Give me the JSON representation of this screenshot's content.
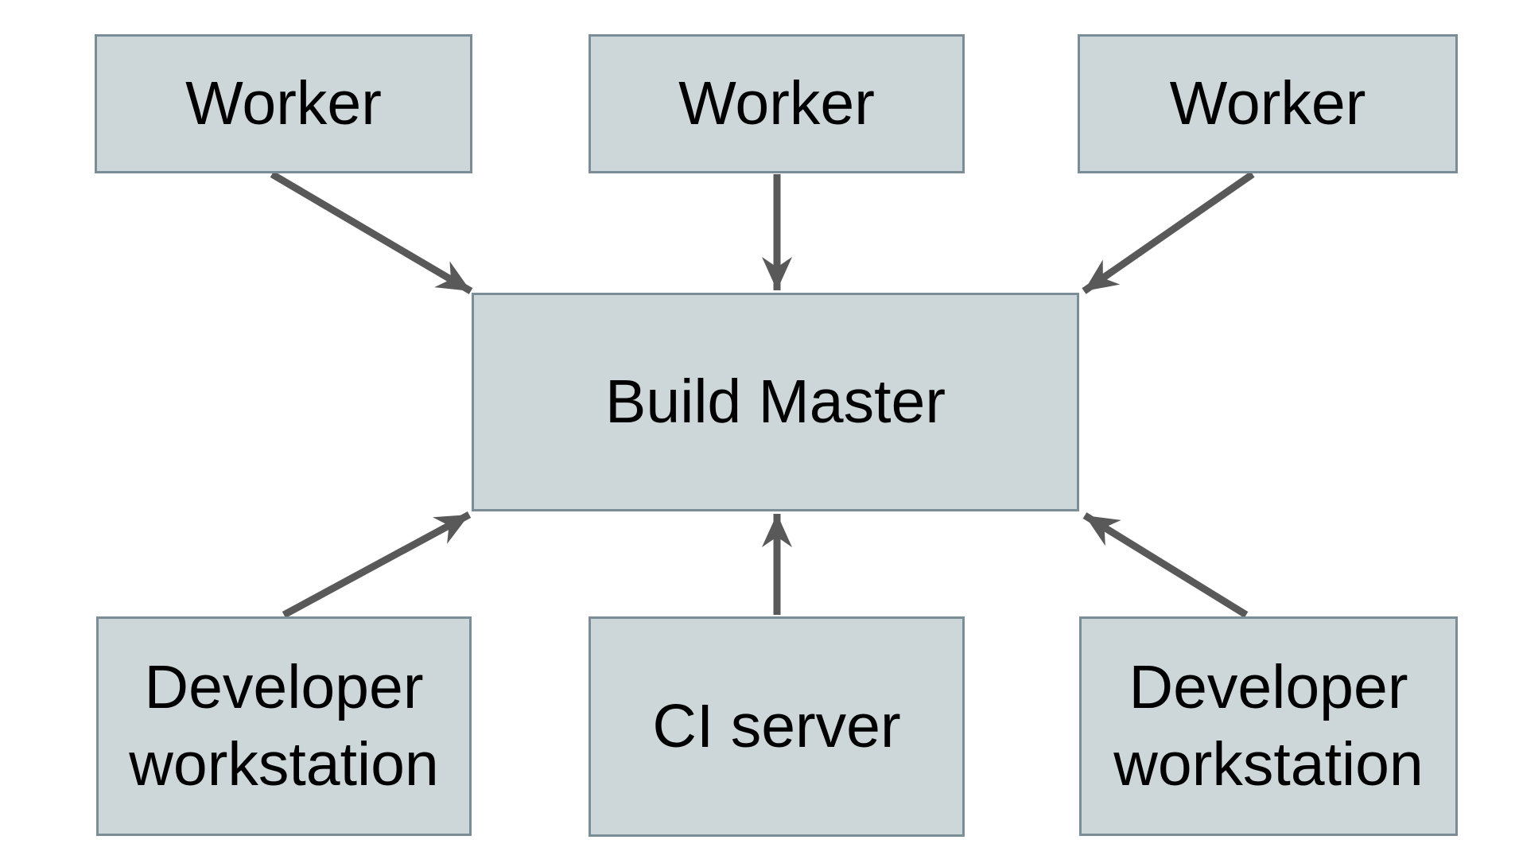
{
  "diagram": {
    "description": "Build system architecture diagram: three Workers, a CI server and two Developer workstations all point to a central Build Master",
    "nodes": [
      {
        "id": "worker-1",
        "label": "Worker"
      },
      {
        "id": "worker-2",
        "label": "Worker"
      },
      {
        "id": "worker-3",
        "label": "Worker"
      },
      {
        "id": "build-master",
        "label": "Build Master"
      },
      {
        "id": "developer-workstation-left",
        "label": "Developer workstation"
      },
      {
        "id": "ci-server",
        "label": "CI server"
      },
      {
        "id": "developer-workstation-right",
        "label": "Developer workstation"
      }
    ],
    "edges": [
      {
        "from": "worker-1",
        "to": "build-master"
      },
      {
        "from": "worker-2",
        "to": "build-master"
      },
      {
        "from": "worker-3",
        "to": "build-master"
      },
      {
        "from": "developer-workstation-left",
        "to": "build-master"
      },
      {
        "from": "ci-server",
        "to": "build-master"
      },
      {
        "from": "developer-workstation-right",
        "to": "build-master"
      }
    ],
    "colors": {
      "background": "#ffffff",
      "node_fill": "#cdd6d9",
      "node_border": "#7b8e98",
      "arrow": "#595959",
      "text": "#000000"
    }
  }
}
